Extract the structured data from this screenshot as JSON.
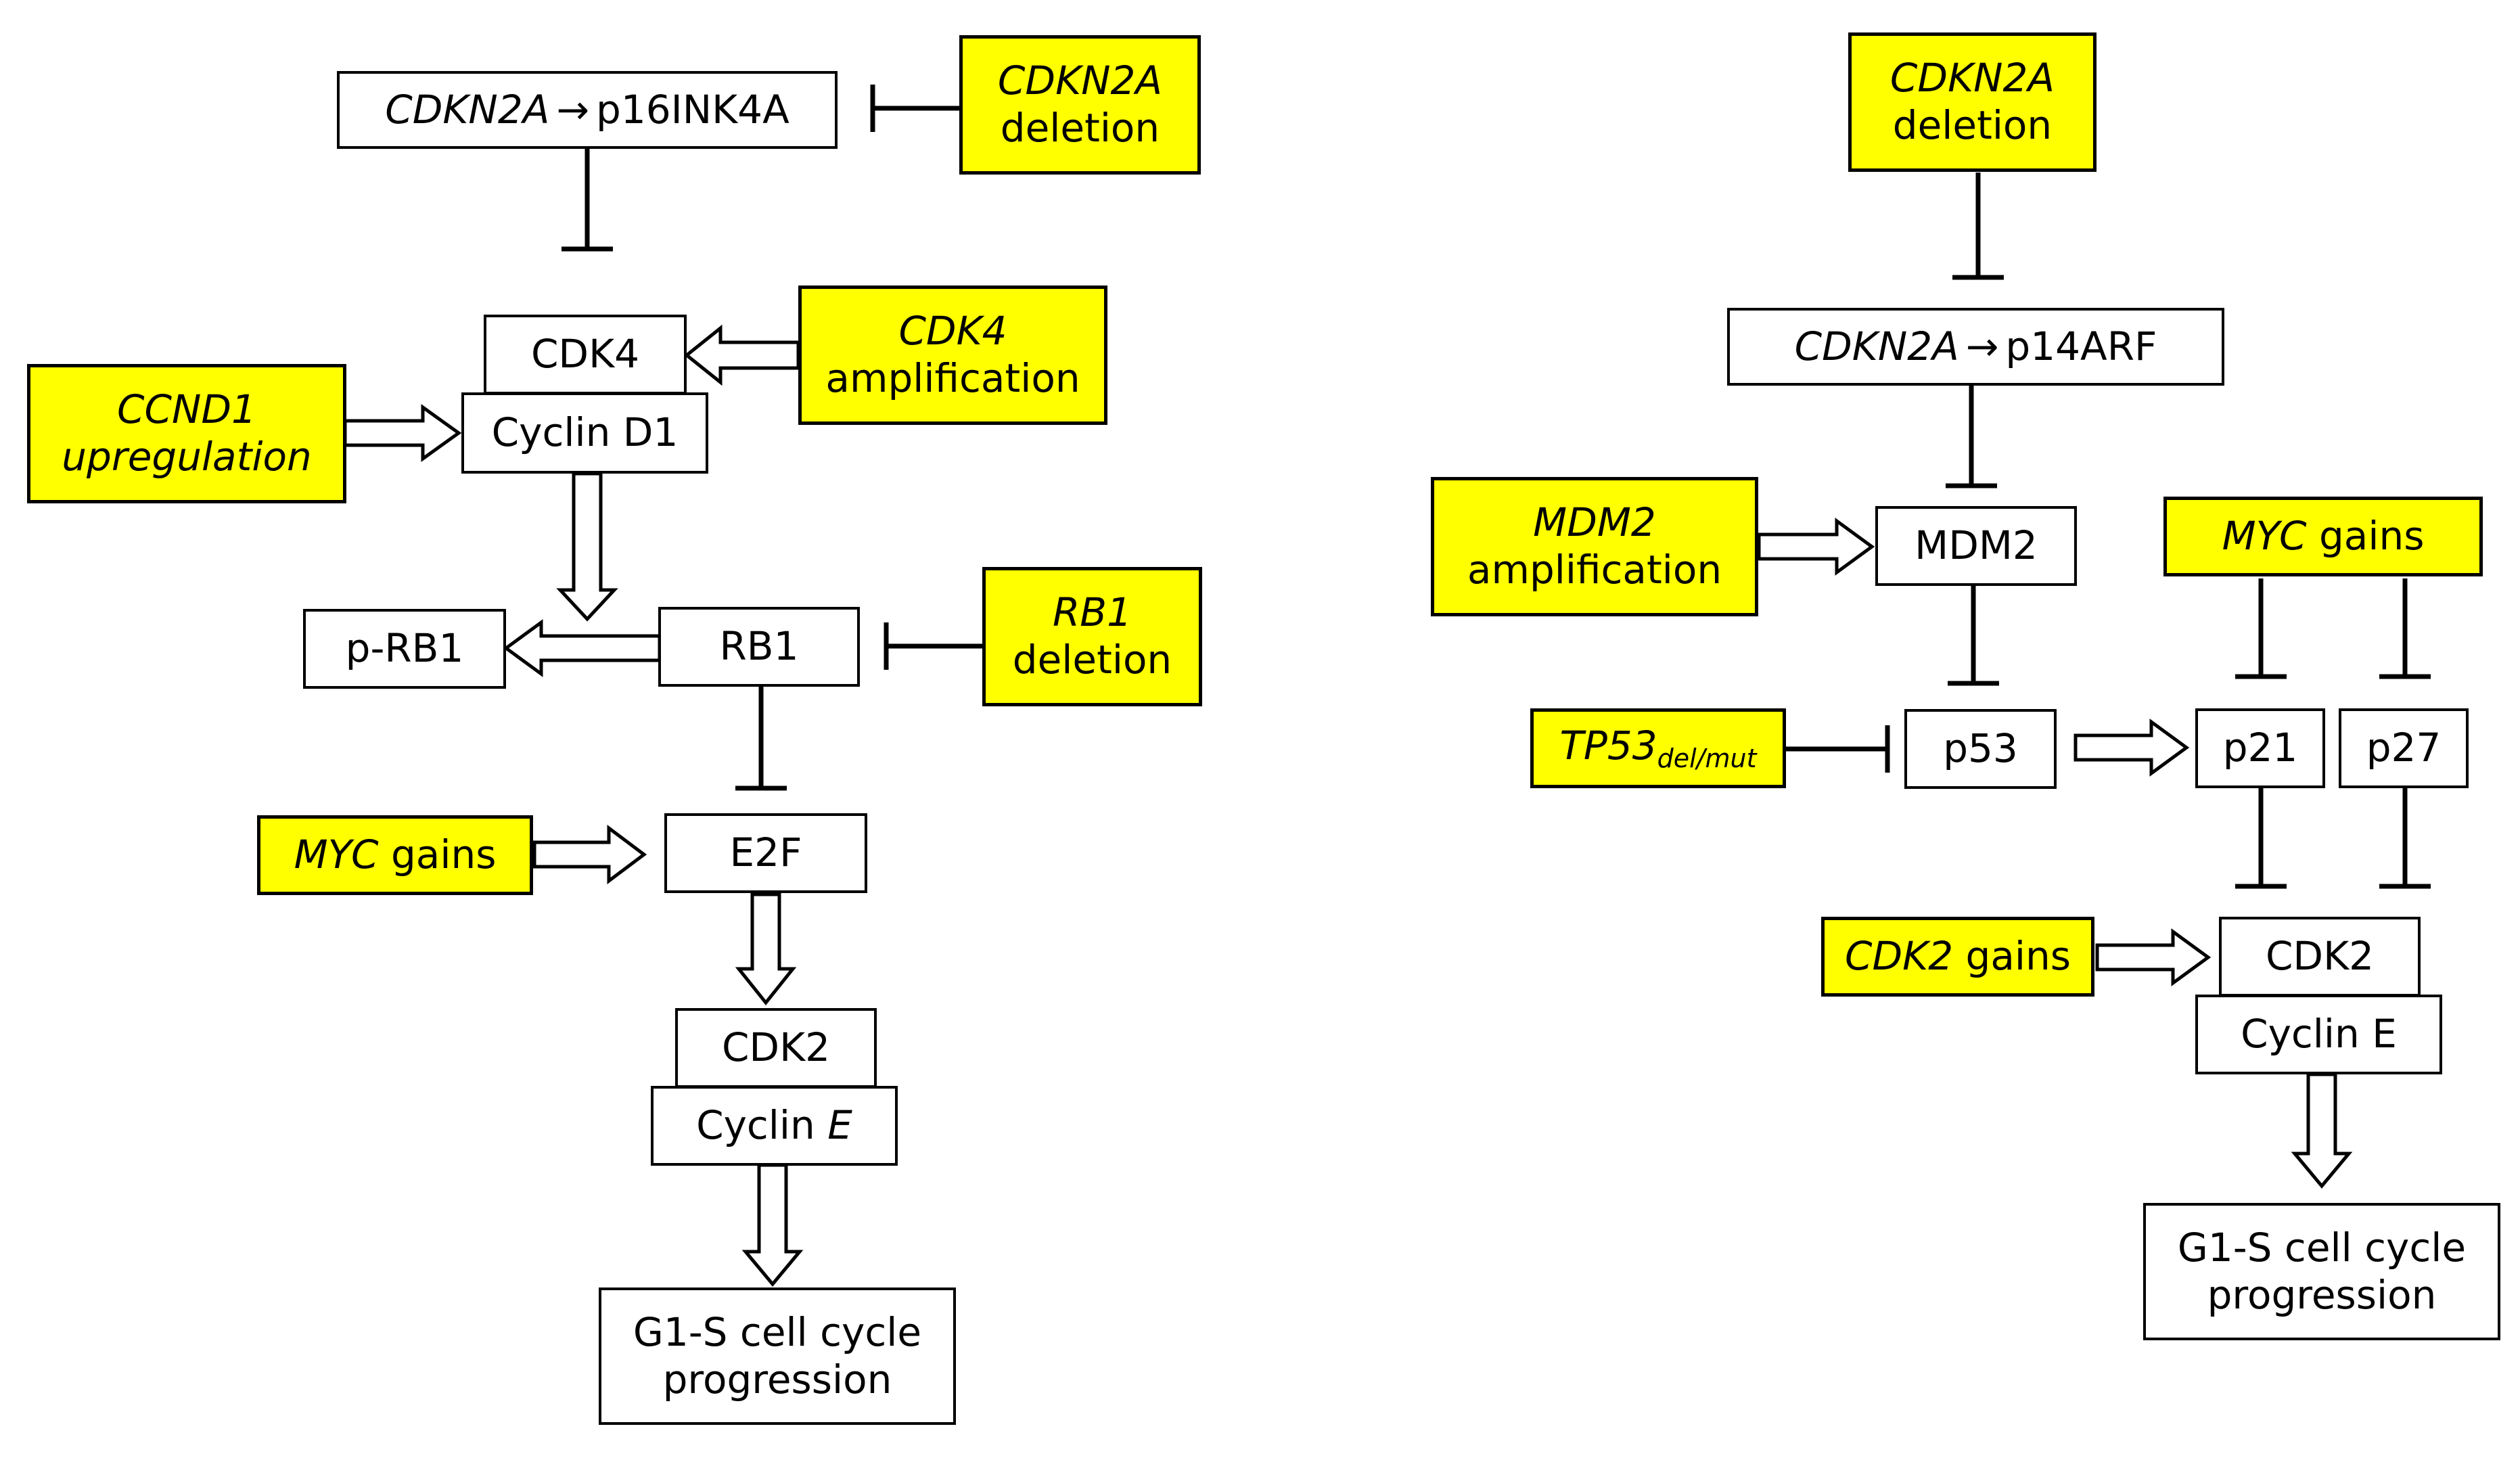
{
  "left": {
    "cdkn2a_p16": {
      "gene": "CDKN2A",
      "arrow": "→",
      "product": "p16INK4A"
    },
    "cdkn2a_deletion": {
      "gene": "CDKN2A",
      "text": "deletion"
    },
    "cdk4": "CDK4",
    "cdk4_amplification": {
      "gene": "CDK4",
      "text": "amplification"
    },
    "ccnd1_upregulation": {
      "gene": "CCND1",
      "text": "upregulation"
    },
    "cyclin_d1": "Cyclin D1",
    "p_rb1": "p-RB1",
    "rb1": "RB1",
    "rb1_deletion": {
      "gene": "RB1",
      "text": "deletion"
    },
    "myc_gains": {
      "gene": "MYC",
      "text": " gains"
    },
    "e2f": "E2F",
    "cdk2": "CDK2",
    "cyclin_e": {
      "prefix": "Cyclin ",
      "italic": "E"
    },
    "progression": {
      "line1": "G1-S cell cycle",
      "line2": "progression"
    }
  },
  "right": {
    "cdkn2a_deletion": {
      "gene": "CDKN2A",
      "text": "deletion"
    },
    "cdkn2a_p14": {
      "gene": "CDKN2A",
      "arrow": "→",
      "product": "p14ARF"
    },
    "mdm2_amplification": {
      "gene": "MDM2",
      "text": "amplification"
    },
    "mdm2": "MDM2",
    "myc_gains": {
      "gene": "MYC",
      "text": " gains"
    },
    "tp53": {
      "gene": "TP53",
      "sub": "del/mut"
    },
    "p53": "p53",
    "p21": "p21",
    "p27": "p27",
    "cdk2_gains": {
      "gene": "CDK2",
      "text": " gains"
    },
    "cdk2": "CDK2",
    "cyclin_e": "Cyclin E",
    "progression": {
      "line1": "G1-S cell cycle",
      "line2": "progression"
    }
  },
  "colors": {
    "highlight": "#ffff00",
    "line": "#000000"
  }
}
